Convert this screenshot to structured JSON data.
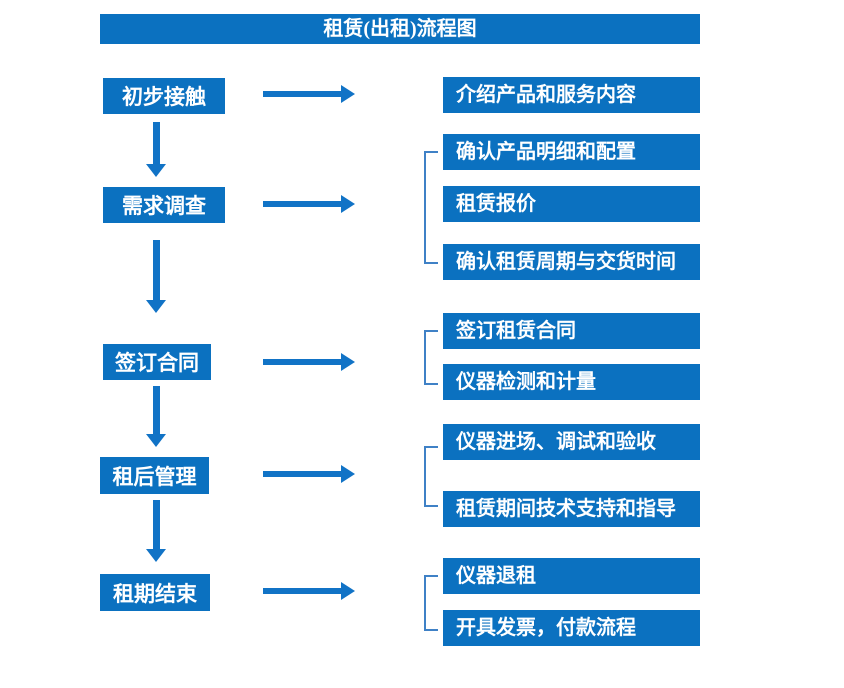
{
  "title": "租赁(出租)流程图",
  "colors": {
    "box_blue": "#0b71c0",
    "arrow_blue": "#1173c6",
    "bracket_blue": "#3f81c6",
    "text_white": "#ffffff"
  },
  "steps": [
    {
      "label": "初步接触",
      "details": [
        "介绍产品和服务内容"
      ]
    },
    {
      "label": "需求调查",
      "details": [
        "确认产品明细和配置",
        "租赁报价",
        "确认租赁周期与交货时间"
      ]
    },
    {
      "label": "签订合同",
      "details": [
        "签订租赁合同",
        "仪器检测和计量"
      ]
    },
    {
      "label": "租后管理",
      "details": [
        "仪器进场、调试和验收",
        "租赁期间技术支持和指导"
      ]
    },
    {
      "label": "租期结束",
      "details": [
        "仪器退租",
        "开具发票，付款流程"
      ]
    }
  ]
}
